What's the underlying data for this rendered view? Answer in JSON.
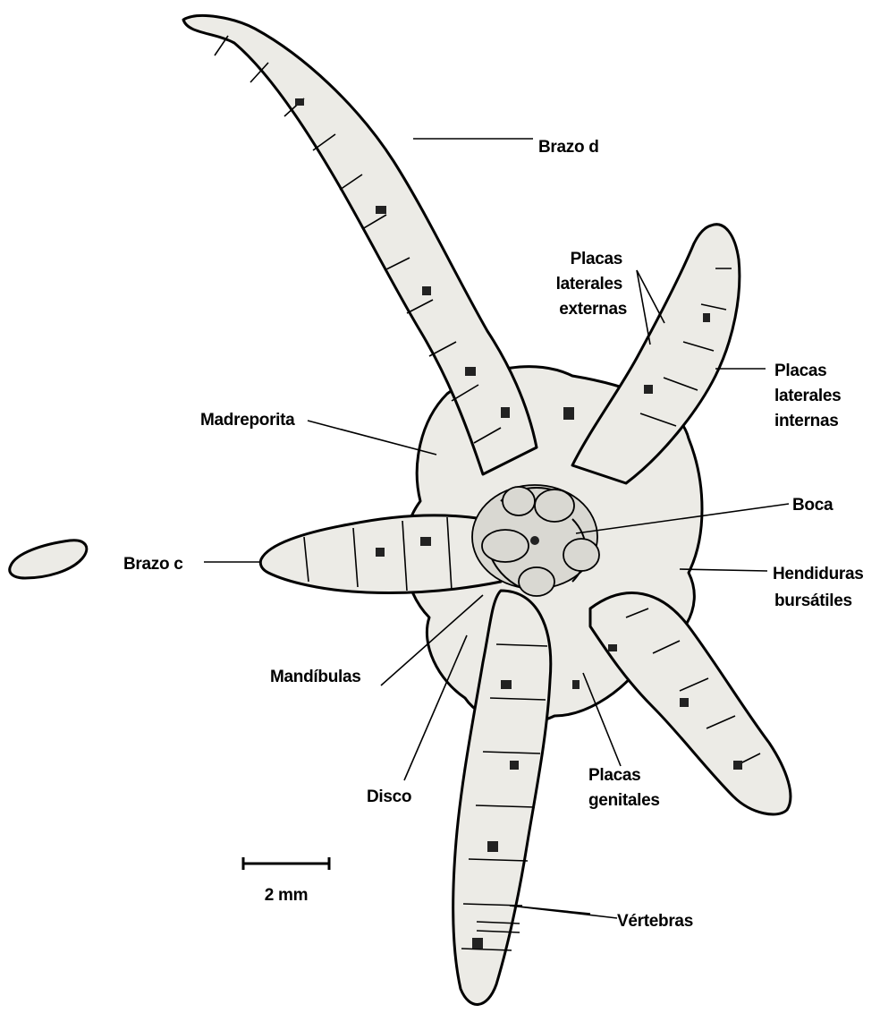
{
  "labels": {
    "brazo_d": "Brazo d",
    "placas_laterales_externas": [
      "Placas",
      "laterales",
      "externas"
    ],
    "placas_laterales_internas": [
      "Placas",
      "laterales",
      "internas"
    ],
    "madreporita": "Madreporita",
    "boca": "Boca",
    "brazo_c": "Brazo c",
    "hendiduras_bursatiles": [
      "Hendiduras",
      "bursátiles"
    ],
    "mandibulas": "Mandíbulas",
    "disco": "Disco",
    "placas_genitales": [
      "Placas",
      "genitales"
    ],
    "vertebras": "Vértebras",
    "scale": "2 mm"
  },
  "colors": {
    "ink": "#000000",
    "body": "#ecebe6",
    "plate": "#d9d8d2",
    "background": "#ffffff"
  }
}
